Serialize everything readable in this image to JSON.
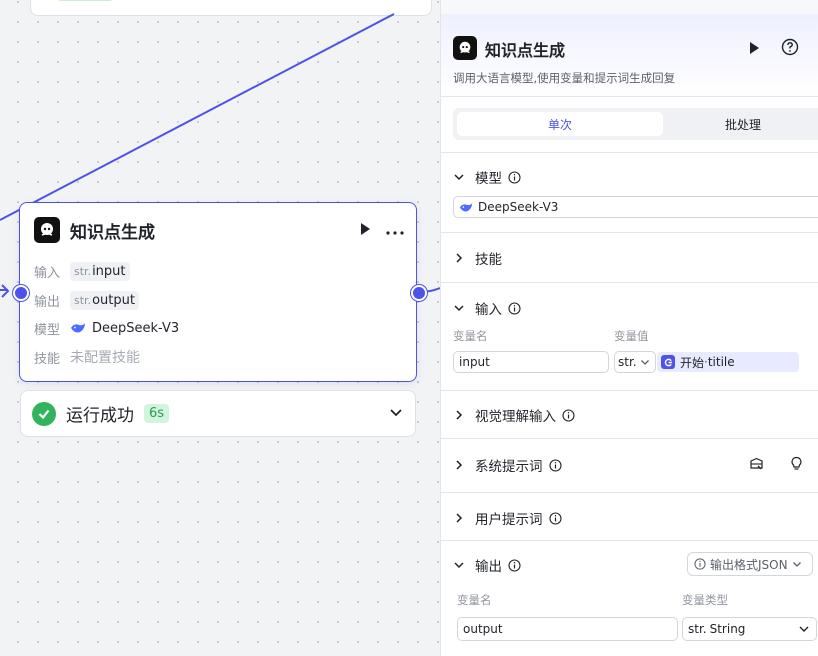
{
  "node": {
    "title": "知识点生成",
    "rows": {
      "input_label": "输入",
      "input_type": "str.",
      "input_value": "input",
      "output_label": "输出",
      "output_type": "str.",
      "output_value": "output",
      "model_label": "模型",
      "model_value": "DeepSeek-V3",
      "skill_label": "技能",
      "skill_value": "未配置技能"
    }
  },
  "run_status": {
    "text": "运行成功",
    "time": "6s"
  },
  "panel": {
    "title": "知识点生成",
    "description": "调用大语言模型,使用变量和提示词生成回复",
    "tabs": [
      "单次",
      "批处理"
    ],
    "model": {
      "label": "模型",
      "value": "DeepSeek-V3"
    },
    "skills": {
      "label": "技能"
    },
    "input": {
      "label": "输入",
      "col_name": "变量名",
      "col_value": "变量值",
      "name": "input",
      "type": "str.",
      "ref_node": "开始",
      "ref_sep": " · ",
      "ref_var": "titile"
    },
    "vision": {
      "label": "视觉理解输入"
    },
    "system_prompt": {
      "label": "系统提示词"
    },
    "user_prompt": {
      "label": "用户提示词"
    },
    "output": {
      "label": "输出",
      "format": "输出格式JSON",
      "col_name": "变量名",
      "col_type": "变量类型",
      "name": "output",
      "type_prefix": "str.",
      "type": "String"
    }
  },
  "colors": {
    "accent": "#4d53e8",
    "success": "#33b45c"
  },
  "icons": [
    "robot-avatar-icon",
    "play-icon",
    "more-icon",
    "help-icon",
    "chevron-down-icon",
    "chevron-right-icon",
    "info-icon",
    "deepseek-whale-icon",
    "check-icon",
    "library-icon",
    "bulb-icon"
  ]
}
